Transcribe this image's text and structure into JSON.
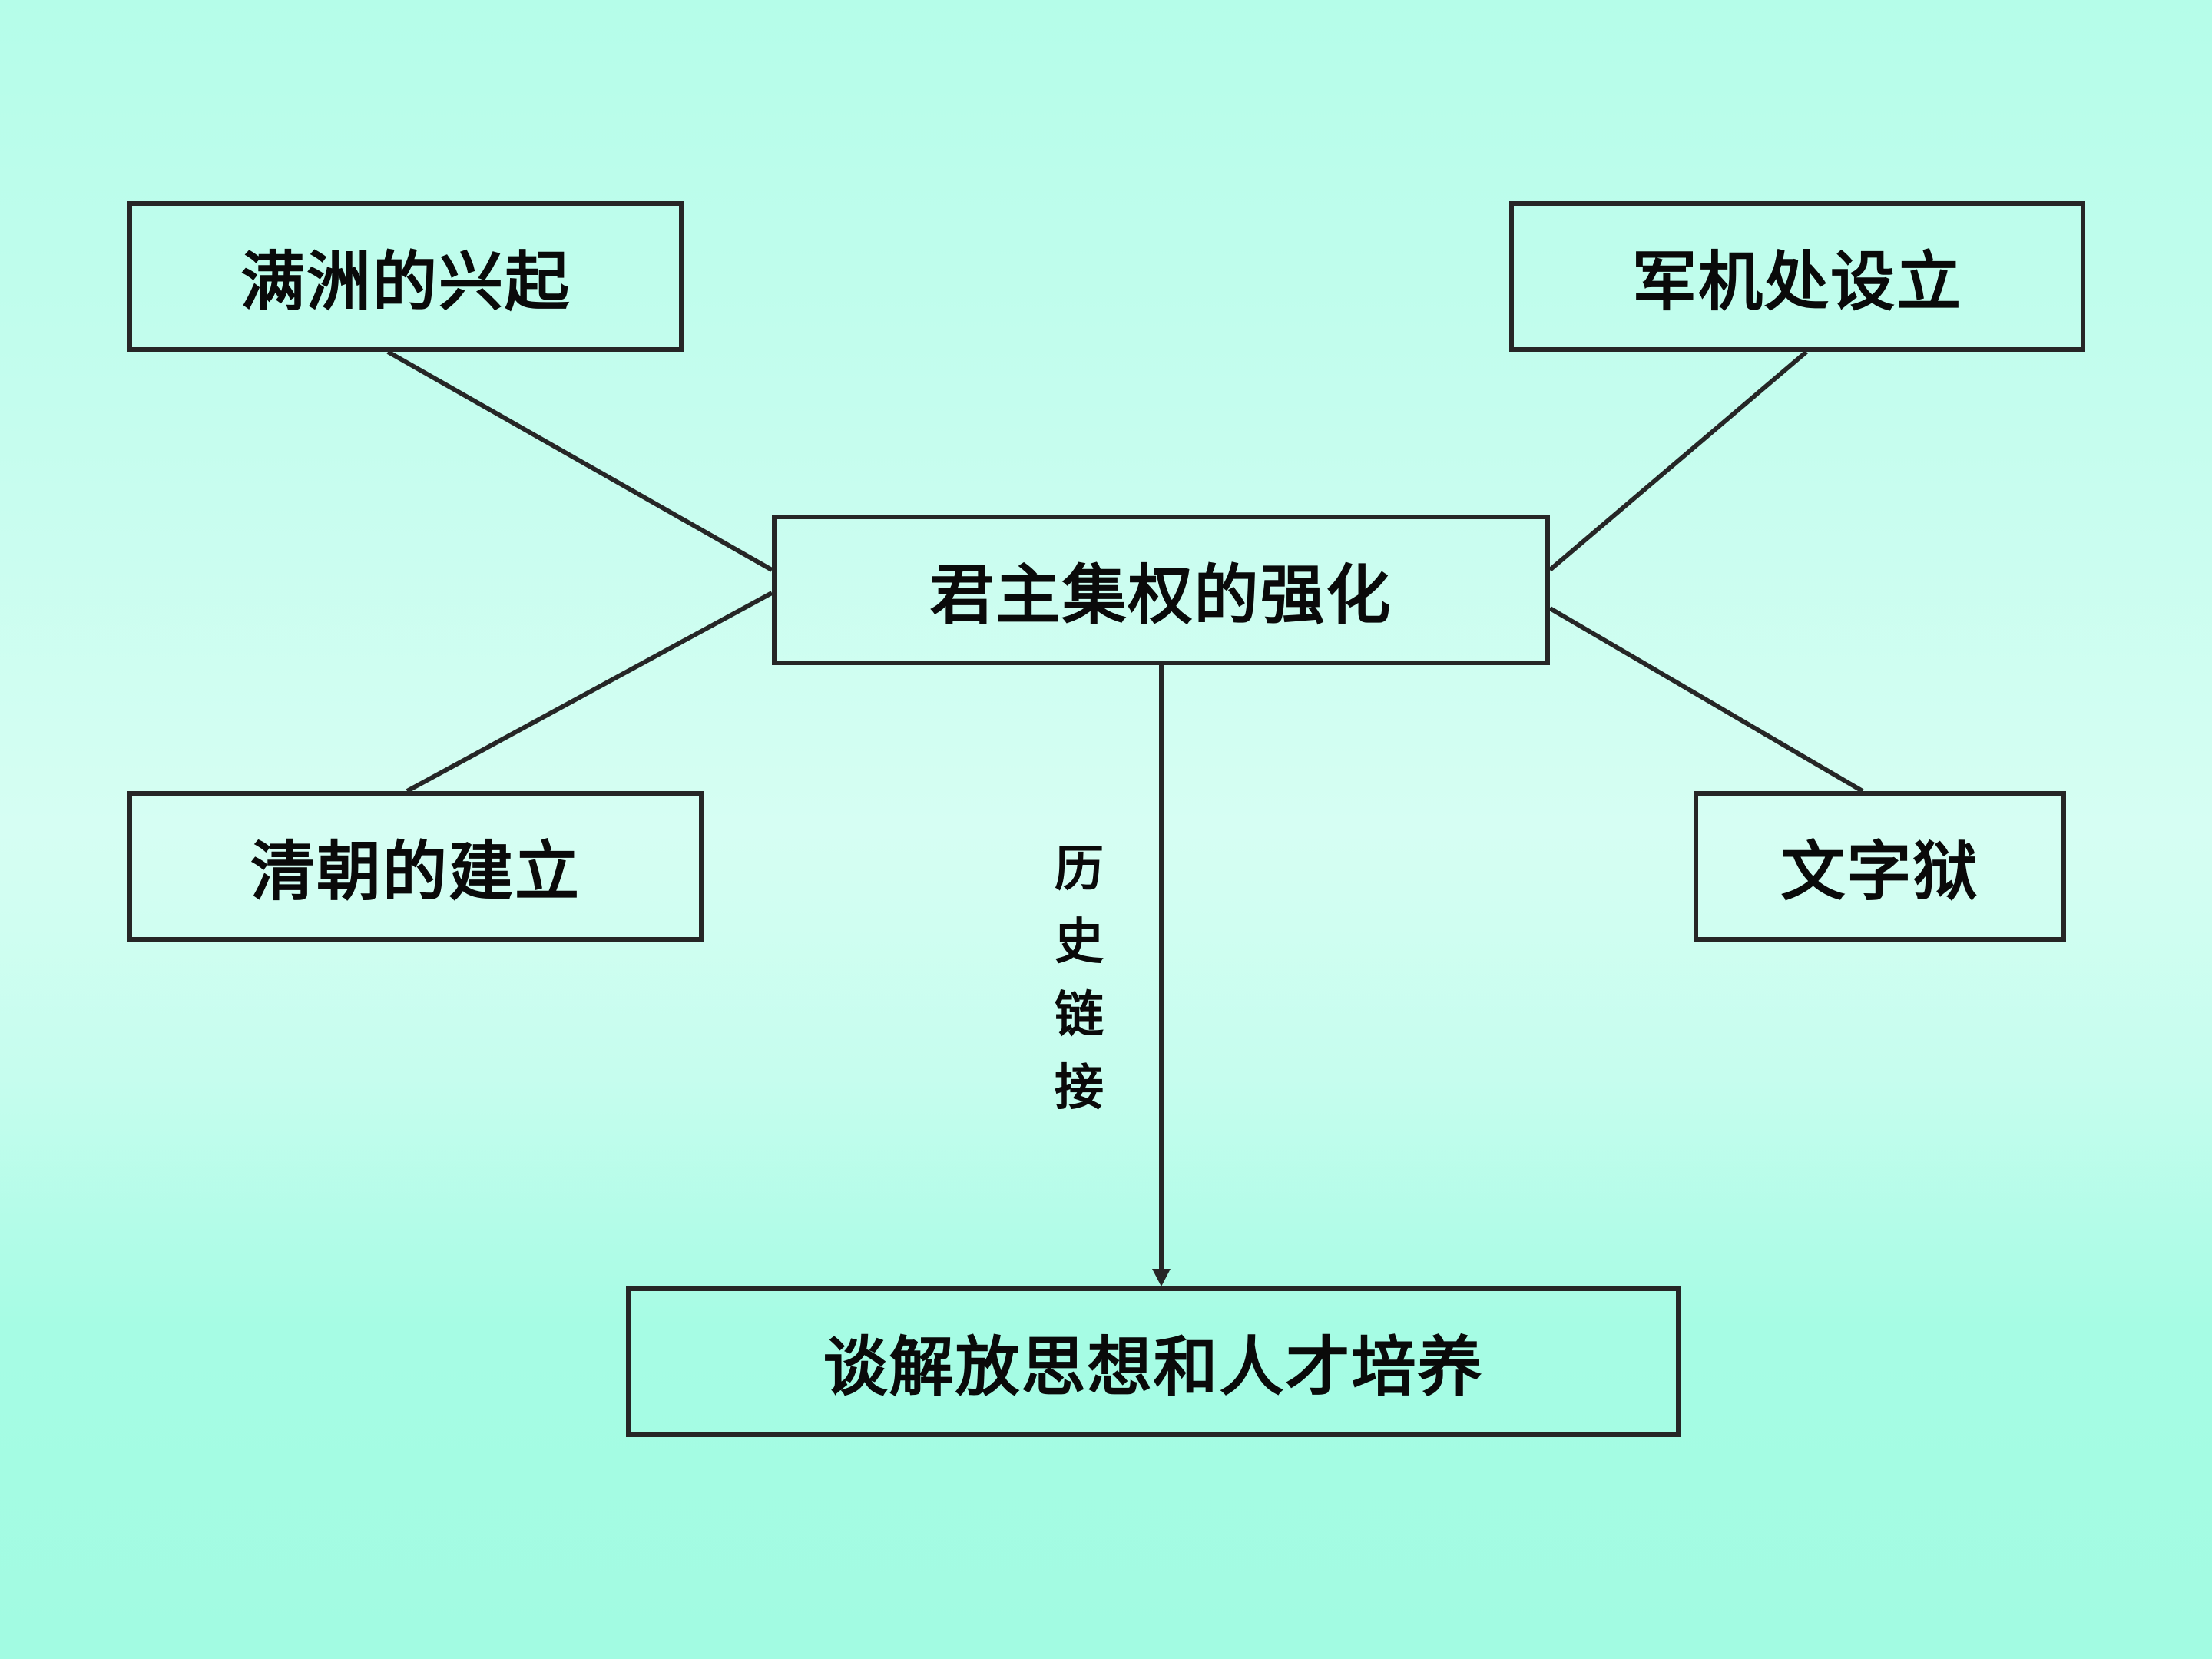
{
  "diagram": {
    "center": "君主集权的强化",
    "top_left": "满洲的兴起",
    "bottom_left": "清朝的建立",
    "top_right": "军机处设立",
    "bottom_right": "文字狱",
    "bottom": "谈解放思想和人才培养",
    "link_label_chars": [
      "历",
      "史",
      "链",
      "接"
    ]
  },
  "colors": {
    "background_top": "#b5fde9",
    "background_bottom": "#a2fbe2",
    "border": "#262626",
    "text": "#0a0a0a"
  }
}
